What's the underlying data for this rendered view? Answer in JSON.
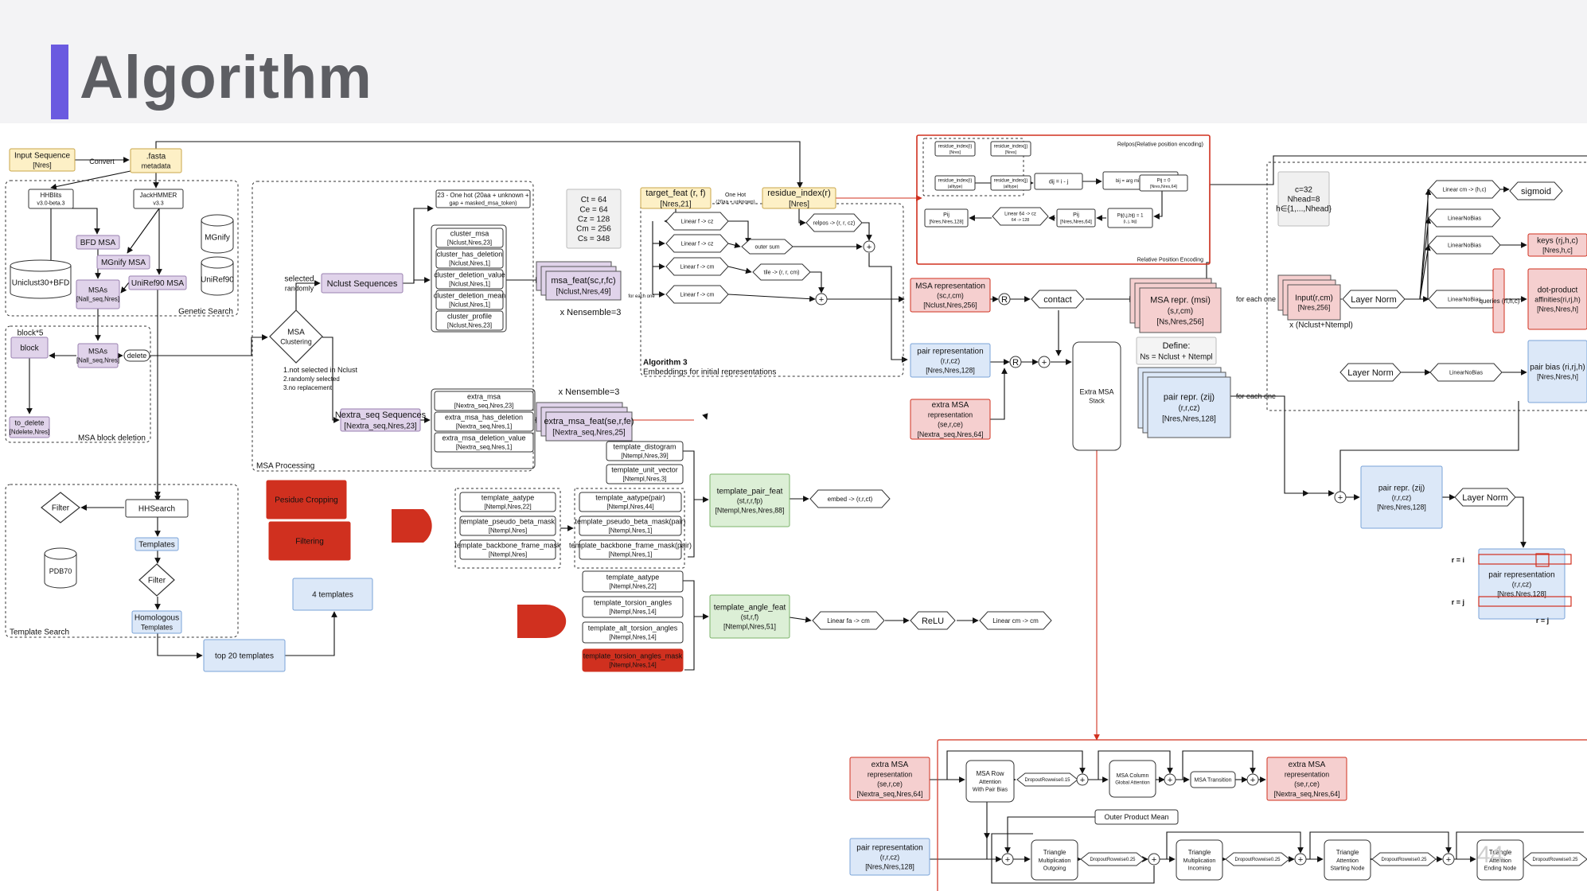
{
  "page": {
    "title": "Algorithm",
    "page_number": "44"
  },
  "colors": {
    "accent": "#6a5ae0",
    "yellow": "#fdf0c6",
    "purple": "#e0d3ea",
    "blue": "#dce8f8",
    "pink": "#f5cfcf",
    "green": "#dcefd6",
    "red": "#d0301f",
    "gray": "#f0f0f0"
  },
  "genetic": {
    "input_sequence": [
      "Input Sequence",
      "[Nres]"
    ],
    "convert_label": "Convert",
    "fasta_metadata": [
      ".fasta",
      "metadata"
    ],
    "hhblits": [
      "HHBlits",
      "v3.0-beta.3"
    ],
    "jackhmmer": [
      "JackHMMER",
      "v3.3"
    ],
    "bfd_msa": "BFD MSA",
    "mgnify_msa": "MGnify MSA",
    "uniref90_msa": "UniRef90 MSA",
    "msas": [
      "MSAs",
      "[Nall_seq,Nres]"
    ],
    "uniclust_bfd": "Uniclust30+BFD",
    "mgnify_db": "MGnify",
    "uniref90_db": "UniRef90",
    "group_label": "Genetic Search"
  },
  "block_deletion": {
    "block_title": "block*5",
    "block": "block",
    "msas": [
      "MSAs",
      "[Nall_seq,Nres]"
    ],
    "delete": "delete",
    "to_delete": [
      "to_delete",
      "[Ndelete,Nres]"
    ],
    "group_label": "MSA block deletion"
  },
  "msa_processing": {
    "selected_randomly": [
      "selected",
      "randomly"
    ],
    "msa_clustering": [
      "MSA",
      "Clustering"
    ],
    "nclust_sequences": "Nclust Sequences",
    "not_selected": [
      "1.not selected in Nclust",
      "2.randomly selected",
      "3.no replacement"
    ],
    "nextra_sequences": [
      "Nextra_seq Sequences",
      "[Nextra_seq,Nres,23]"
    ],
    "one_hot": [
      "23 - One hot (20aa + unknown +",
      "gap + masked_msa_token)"
    ],
    "cluster_feats": [
      [
        "cluster_msa",
        "[Nclust,Nres,23]"
      ],
      [
        "cluster_has_deletion",
        "[Nclust,Nres,1]"
      ],
      [
        "cluster_deletion_value",
        "[Nclust,Nres,1]"
      ],
      [
        "cluster_deletion_mean",
        "[Nclust,Nres,1]"
      ],
      [
        "cluster_profile",
        "[Nclust,Nres,23]"
      ]
    ],
    "extra_feats": [
      [
        "extra_msa",
        "[Nextra_seq,Nres,23]"
      ],
      [
        "extra_msa_has_deletion",
        "[Nextra_seq,Nres,1]"
      ],
      [
        "extra_msa_deletion_value",
        "[Nextra_seq,Nres,1]"
      ]
    ],
    "msa_feat": [
      "msa_feat(sc,r,fc)",
      "[Nclust,Nres,49]"
    ],
    "n_ensemble_1": "x Nensemble=3",
    "extra_msa_feat": [
      "extra_msa_feat(se,r,fe)",
      "[Nextra_seq,Nres,25]"
    ],
    "n_ensemble_2": "x Nensemble=3",
    "group_label": "MSA Processing"
  },
  "constants": [
    "Ct = 64",
    "Ce = 64",
    "Cz = 128",
    "Cm = 256",
    "Cs = 348"
  ],
  "embeddings": {
    "target_feat": [
      "target_feat (r, f)",
      "[Nres,21]"
    ],
    "residue_index": [
      "residue_index(r)",
      "[Nres]"
    ],
    "one_hot_note": [
      "One Hot",
      "(20aa + unknown)"
    ],
    "linears": [
      "Linear f -> cz",
      "Linear f -> cz",
      "Linear f -> cm",
      "Linear f -> cm"
    ],
    "outer_sum": "outer sum",
    "relpos": "relpos -> (r, r, cz)",
    "tile": "tile -> (r, r, cm)",
    "for_each_one": "for each one",
    "algo_title": "Algorithm 3",
    "algo_subtitle": "Embeddings for initial representations"
  },
  "relpos": {
    "title": "Relpos(Relative position encoding)",
    "footer": "Relative Position Encoding",
    "ri_1": [
      "residue_index(i)",
      "[Nres]"
    ],
    "ri_2": [
      "residue_index(j)",
      "[Nres]"
    ],
    "ri_3": [
      "residue_index(i)",
      "(alltype)"
    ],
    "ri_4": [
      "residue_index(j)",
      "(alltype)"
    ],
    "dij": "dij = i - j",
    "clip": "bij = arg min(|k - vbins|)",
    "pij_1": [
      "Pij",
      "[Nres,Nres,128]"
    ],
    "linear": [
      "Linear 64 -> cz",
      "64 -> 128"
    ],
    "pij_2": [
      "Pij",
      "[Nres,Nres,64]"
    ],
    "onehot": [
      "Pij(i,j,bij) = 1",
      "(i, j, bij)"
    ],
    "pij_3": [
      "Pij = 0",
      "[Nres,Nres,64]"
    ]
  },
  "reprs": {
    "msa_repr": [
      "MSA representation",
      "(sc,r,cm)",
      "[Nclust,Nres,256]"
    ],
    "pair_repr": [
      "pair representation",
      "(r,r,cz)",
      "[Nres,Nres,128]"
    ],
    "extra_msa_repr": [
      "extra MSA",
      "representation",
      "(se,r,ce)",
      "[Nextra_seq,Nres,64]"
    ],
    "contact": "contact",
    "extra_msa_stack": [
      "Extra MSA",
      "Stack"
    ],
    "msa_repr_m": [
      "MSA repr. (msi)",
      "(s,r,cm)",
      "[Ns,Nres,256]"
    ],
    "define": [
      "Define:",
      "Ns = Nclust + Ntempl"
    ],
    "pair_repr_z": [
      "pair repr. (zij)",
      "(r,r,cz)",
      "[Nres,Nres,128]"
    ],
    "for_each_one_1": "for each one",
    "for_each_one_2": "for each one"
  },
  "templates": {
    "distogram": [
      "template_distogram",
      "[Ntempl,Nres,39]"
    ],
    "unit_vector": [
      "template_unit_vector",
      "[Ntempl,Nres,3]"
    ],
    "aatype": [
      "template_aatype",
      "[Ntempl,Nres,22]"
    ],
    "pseudo_beta_mask": [
      "template_pseudo_beta_mask",
      "[Ntempl,Nres]"
    ],
    "backbone_frame_mask": [
      "template_backbone_frame_mask",
      "[Ntempl,Nres]"
    ],
    "aatype_pair": [
      "template_aatype(pair)",
      "[Ntempl,Nres,44]"
    ],
    "pseudo_beta_pair": [
      "template_pseudo_beta_mask(pair)",
      "[Ntempl,Nres,1]"
    ],
    "backbone_pair": [
      "template_backbone_frame_mask(pair)",
      "[Ntempl,Nres,1]"
    ],
    "pair_feat": [
      "template_pair_feat",
      "(st,r,r,fp)",
      "[Ntempl,Nres,Nres,88]"
    ],
    "embed": "embed -> (r,r,ct)",
    "aatype_2": [
      "template_aatype",
      "[Ntempl,Nres,22]"
    ],
    "torsion": [
      "template_torsion_angles",
      "[Ntempl,Nres,14]"
    ],
    "alt_torsion": [
      "template_alt_torsion_angles",
      "[Ntempl,Nres,14]"
    ],
    "torsion_mask": [
      "template_torsion_angles_mask",
      "[Ntempl,Nres,14]"
    ],
    "angle_feat": [
      "template_angle_feat",
      "(st,r,f)",
      "[Ntempl,Nres,51]"
    ],
    "linear_fa": "Linear fa -> cm",
    "relu": "ReLU",
    "linear_cm": "Linear cm -> cm"
  },
  "template_search": {
    "filter_1": "Filter",
    "hhsearch": "HHSearch",
    "templates": "Templates",
    "filter_2": "Filter",
    "homologous": [
      "Homologous",
      "Templates"
    ],
    "pdb70": "PDB70",
    "group_label": "Template Search",
    "top20": "top 20 templates",
    "four_templates": "4 templates",
    "residue_cropping": "Pesidue Cropping",
    "filtering": "Filtering"
  },
  "attention": {
    "c_params": [
      "c=32",
      "Nhead=8",
      "h∈{1,...,Nhead}"
    ],
    "input": [
      "Input(r,cm)",
      "[Nres,256]"
    ],
    "times": "x (Nclust+Ntempl)",
    "layer_norm_1": "Layer Norm",
    "layer_norm_2": "Layer Norm",
    "layer_norm_3": "Layer Norm",
    "linear_1": "Linear cm -> (h,c)",
    "linear_nobias_1": "LinearNoBias",
    "linear_nobias_2": "LinearNoBias",
    "linear_nobias_3": "LinearNoBias",
    "linear_nobias_4": "LinearNoBias",
    "sigmoid": "sigmoid",
    "keys": [
      "keys (rj,h,c)",
      "[Nres,h,c]"
    ],
    "queries": "queries (ri,h,c)",
    "dot_product": [
      "dot-product",
      "affinities(ri,rj,h)",
      "[Nres,Nres,h]"
    ],
    "pair_bias": [
      "pair bias (ri,rj,h)",
      "[Nres,Nres,h]"
    ],
    "pair_repr_z2": [
      "pair repr. (zij)",
      "(r,r,cz)",
      "[Nres,Nres,128]"
    ],
    "pair_representation": [
      "pair representation",
      "(r,r,cz)",
      "[Nres,Nres,128]"
    ],
    "r_i": "r = i",
    "r_j": "r = j",
    "r_j_bottom": "r = j"
  },
  "extra_stack": {
    "extra_msa_in": [
      "extra MSA",
      "representation",
      "(se,r,ce)",
      "[Nextra_seq,Nres,64]"
    ],
    "row_attention": [
      "MSA Row",
      "Attention",
      "With Pair Bias"
    ],
    "dropout_1": "DropoutRowwise0.15",
    "column_attention": [
      "MSA Column",
      "Global Attention"
    ],
    "msa_transition": "MSA Transition",
    "extra_msa_out": [
      "extra MSA",
      "representation",
      "(se,r,ce)",
      "[Nextra_seq,Nres,64]"
    ],
    "outer_product_mean": "Outer Product Mean",
    "pair_in": [
      "pair representation",
      "(r,r,cz)",
      "[Nres,Nres,128]"
    ],
    "tri_out": [
      "Triangle",
      "Multiplication",
      "Outgoing"
    ],
    "dropout_2": "DropoutRowwise0.25",
    "tri_in": [
      "Triangle",
      "Multiplication",
      "Incoming"
    ],
    "dropout_3": "DropoutRowwise0.25",
    "tri_start": [
      "Triangle",
      "Attention",
      "Starting Node"
    ],
    "dropout_4": "DropoutRowwise0.25",
    "tri_end": [
      "Triangle",
      "Attention",
      "Ending Node"
    ],
    "dropout_5": "DropoutRowwise0.25"
  }
}
